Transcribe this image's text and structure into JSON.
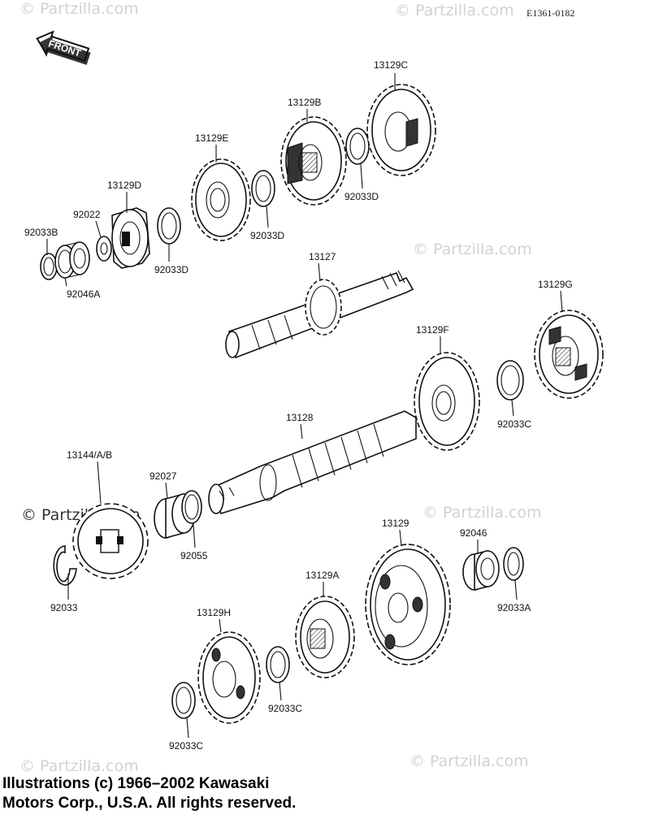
{
  "diagram_code": "E1361-0182",
  "front_label": "FRONT",
  "watermark_text": "© Partzilla.com",
  "copyright": {
    "line1": "Illustrations (c) 1966–2002 Kawasaki",
    "line2": "Motors Corp., U.S.A.  All rights reserved."
  },
  "parts": {
    "p13129C": "13129C",
    "p13129B": "13129B",
    "p13129E": "13129E",
    "p13129D": "13129D",
    "p92022": "92022",
    "p92033B": "92033B",
    "p92046A": "92046A",
    "p92033D_1": "92033D",
    "p92033D_2": "92033D",
    "p92033D_3": "92033D",
    "p13127": "13127",
    "p13129G": "13129G",
    "p13129F": "13129F",
    "p92033C_1": "92033C",
    "p13128": "13128",
    "p13144": "13144/A/B",
    "p92027": "92027",
    "p92055": "92055",
    "p92033": "92033",
    "p13129": "13129",
    "p92046": "92046",
    "p92033A": "92033A",
    "p13129A": "13129A",
    "p13129H": "13129H",
    "p92033C_2": "92033C",
    "p92033C_3": "92033C"
  }
}
